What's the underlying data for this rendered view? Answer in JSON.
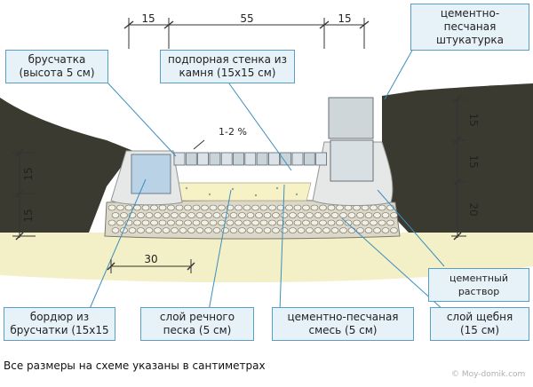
{
  "labels": {
    "plaster": [
      "цементно-песчаная",
      "штукатурка"
    ],
    "paver": [
      "брусчатка",
      "(высота 5 см)"
    ],
    "retaining_wall": [
      "подпорная стенка из",
      "камня (15х15 см)"
    ],
    "cement_mortar": "цементный раствор",
    "curb": [
      "бордюр из",
      "брусчатки (15х15"
    ],
    "river_sand": [
      "слой речного",
      "песка (5 см)"
    ],
    "cement_sand_mix": [
      "цементно-песчаная",
      "смесь (5 см)"
    ],
    "gravel": [
      "слой щебня",
      "(15 см)"
    ]
  },
  "dimensions": {
    "top_left": "15",
    "top_middle": "55",
    "top_right": "15",
    "left_upper": "15",
    "left_lower": "15",
    "right_upper": "15",
    "right_middle": "15",
    "right_lower": "20",
    "bottom": "30"
  },
  "slope": "1-2 %",
  "footnote": "Все размеры на схеме указаны в сантиметрах",
  "watermark": "© Moy-domik.com",
  "colors": {
    "label_fill": "#e7f1f8",
    "label_border": "#5a9ec4",
    "sand": "#f3efc6",
    "concrete": "#e6e8e8",
    "paver_blue": "#b9d2e6",
    "gravel": "#dcd8c8",
    "soil": "#3a3a30"
  }
}
